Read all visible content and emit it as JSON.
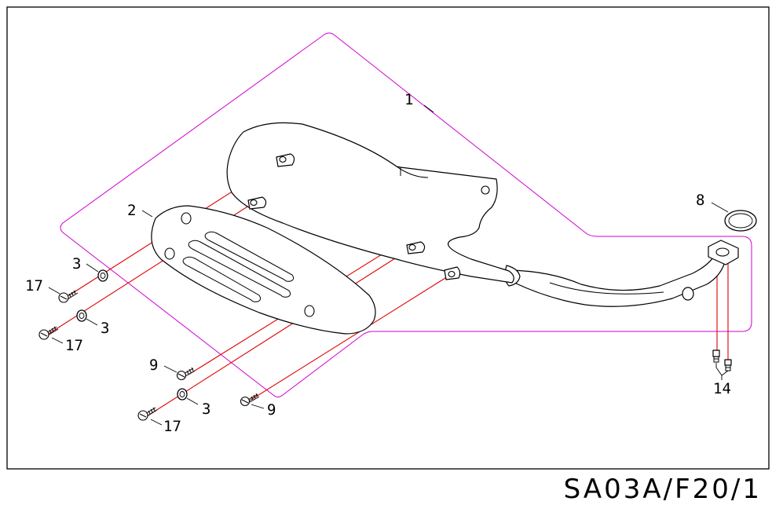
{
  "diagram_code": "SA03A/F20/1",
  "callouts": {
    "c1": "1",
    "c2": "2",
    "c3a": "3",
    "c3b": "3",
    "c3c": "3",
    "c8": "8",
    "c9a": "9",
    "c9b": "9",
    "c14": "14",
    "c17a": "17",
    "c17b": "17",
    "c17c": "17"
  },
  "colors": {
    "assembly_outline": "#d000d0",
    "alignment_lines": "#e00000",
    "line_art": "#000000"
  }
}
